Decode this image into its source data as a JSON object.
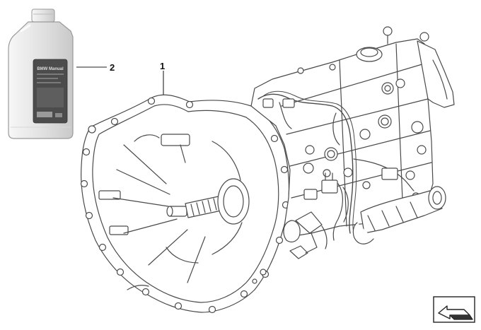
{
  "diagram": {
    "callouts": [
      {
        "id": "1",
        "label": "1"
      },
      {
        "id": "2",
        "label": "2"
      }
    ],
    "bottle": {
      "label_text": "BMW Manual"
    },
    "icons": {
      "navigation": "arrow-back-icon"
    },
    "colors": {
      "line": "#4a4a4a",
      "bottle_body": "#e3e3e3",
      "bottle_label": "#4c4c4c",
      "background": "#ffffff"
    }
  }
}
